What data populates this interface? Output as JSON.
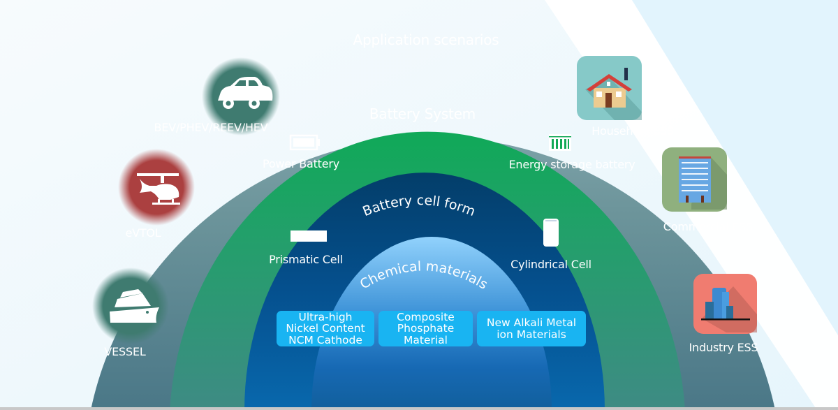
{
  "diagram": {
    "layers": [
      {
        "id": "application",
        "title": "Application scenarios",
        "color": "#8fb3bb"
      },
      {
        "id": "battery_system",
        "title": "Battery System",
        "color": "#12a955"
      },
      {
        "id": "cell_form",
        "title": "Battery cell form",
        "color": "#05447a"
      },
      {
        "id": "chemical",
        "title": "Chemical materials",
        "color": "#6fb8ec"
      }
    ],
    "application_left": [
      {
        "label": "BEV/PHEV/REEV/HEV",
        "icon": "car-icon",
        "color": "#3f7b70"
      },
      {
        "label": "eVTOL",
        "icon": "helicopter-icon",
        "color": "#a84444"
      },
      {
        "label": "VESSEL",
        "icon": "ship-icon",
        "color": "#3f7b70"
      }
    ],
    "application_right": [
      {
        "label": "Household ESS",
        "icon": "house-icon",
        "color": "#86c9c8"
      },
      {
        "label": "Commercial ESS",
        "icon": "office-building-icon",
        "color": "#8fb07e"
      },
      {
        "label": "Industry ESS",
        "icon": "industry-buildings-icon",
        "color": "#f07c70"
      }
    ],
    "battery_system_items": [
      {
        "label": "Power Battery",
        "icon": "battery-icon"
      },
      {
        "label": "Energy storage battery",
        "icon": "energy-storage-container-icon"
      }
    ],
    "cell_form_items": [
      {
        "label": "Prismatic Cell",
        "icon": "prismatic-cell-icon"
      },
      {
        "label": "Cylindrical  Cell",
        "icon": "cylindrical-cell-icon"
      }
    ],
    "chemical_items": [
      {
        "lines": [
          "Ultra-high",
          "Nickel Content",
          "NCM Cathode"
        ]
      },
      {
        "lines": [
          "Composite",
          "Phosphate",
          "Material"
        ]
      },
      {
        "lines": [
          "New Alkali Metal",
          "ion Materials"
        ]
      }
    ]
  }
}
